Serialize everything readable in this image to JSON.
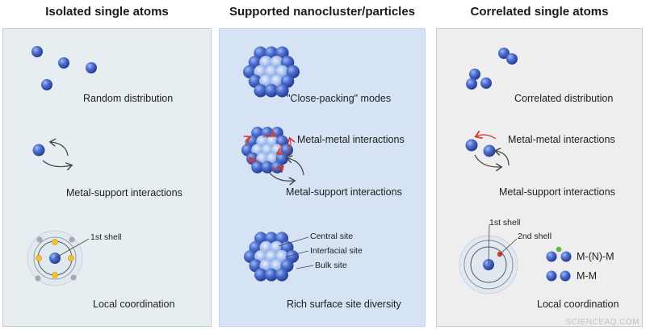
{
  "columns": [
    {
      "title": "Isolated single atoms",
      "labels": {
        "random": "Random distribution",
        "support": "Metal-support interactions",
        "shell": "1st shell",
        "coordination": "Local coordination"
      }
    },
    {
      "title": "Supported nanocluster/particles",
      "labels": {
        "packing": "\"Close-packing\" modes",
        "metal_metal": "Metal-metal interactions",
        "support": "Metal-support interactions",
        "central": "Central site",
        "interfacial": "Interfacial site",
        "bulk": "Bulk site",
        "diversity": "Rich surface site diversity"
      }
    },
    {
      "title": "Correlated single atoms",
      "labels": {
        "correlated": "Correlated distribution",
        "metal_metal": "Metal-metal interactions",
        "support": "Metal-support interactions",
        "shell1": "1st shell",
        "shell2": "2nd shell",
        "mnm": "M-(N)-M",
        "mm": "M-M",
        "coordination": "Local coordination"
      }
    }
  ],
  "watermark": "SCIENCEAQ.COM",
  "colors": {
    "atom_dark": "#2f4aa8",
    "atom_light": "#6e93e0",
    "panel_left": "#e7eef2",
    "panel_mid": "#d5e3f4",
    "panel_right": "#eeeeee",
    "arrow_red": "#d63a2f",
    "ligand_yellow": "#f2c12e",
    "ligand_gray": "#a9a9a9",
    "bond_green": "#5fb84a"
  }
}
